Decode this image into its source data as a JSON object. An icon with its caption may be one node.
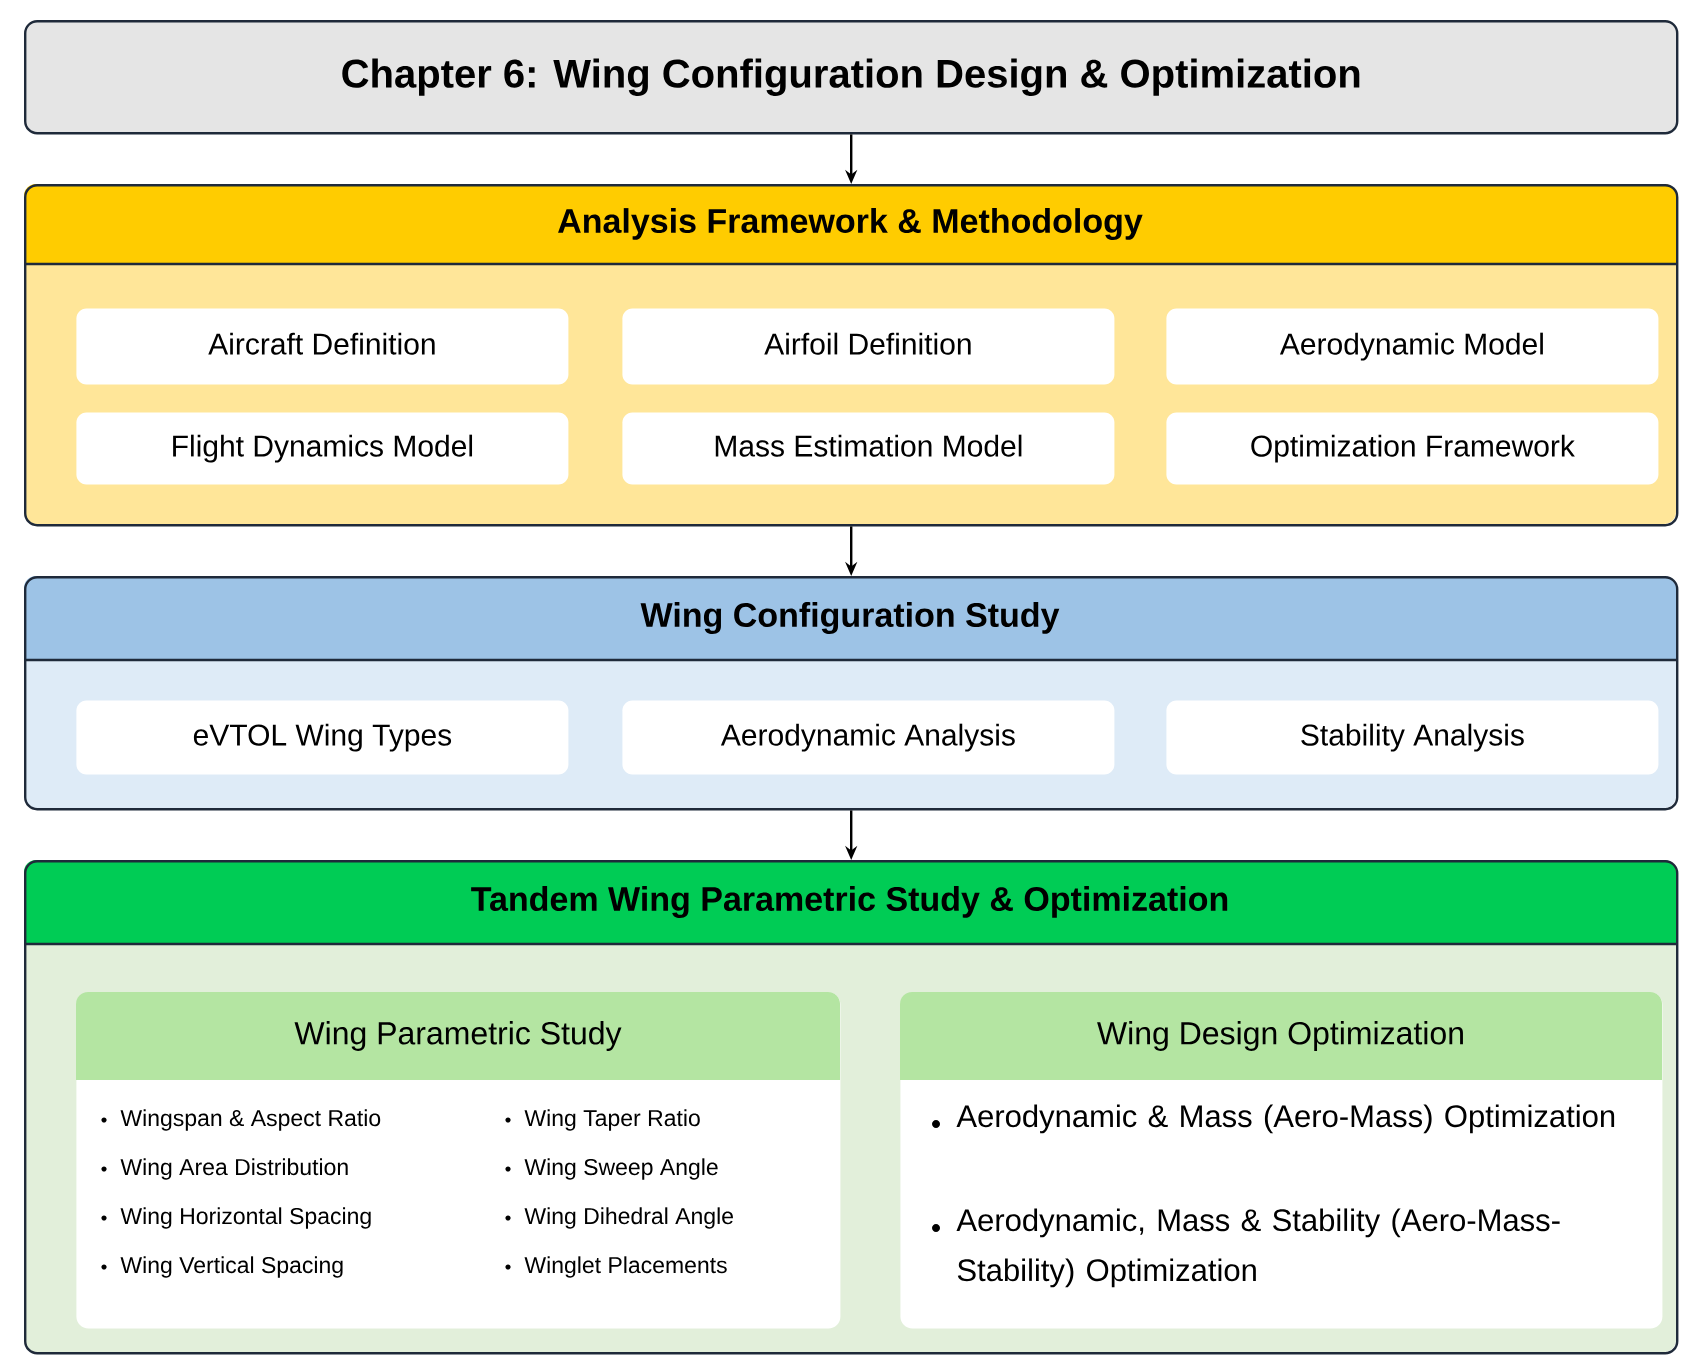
{
  "diagram": {
    "nodes": [
      {
        "text": [
          "Chapter 6: Wing Configuration Design & Optimization"
        ]
      },
      {
        "text": [
          "Analysis Framework & Methodology"
        ]
      },
      {
        "text": [
          "Aircraft Definition"
        ],
        "in": 1
      },
      {
        "text": [
          "Airfoil Definition"
        ],
        "in": 1
      },
      {
        "text": [
          "Aerodynamic Model"
        ],
        "in": 1
      },
      {
        "text": [
          "Flight Dynamics Model"
        ],
        "in": 1
      },
      {
        "text": [
          "Mass Estimation Model"
        ],
        "in": 1
      },
      {
        "text": [
          "Optimization Framework"
        ],
        "in": 1
      },
      {
        "text": [
          "Wing Configuration Study"
        ]
      },
      {
        "text": [
          "eVTOL Wing Types"
        ],
        "in": 8
      },
      {
        "text": [
          "Aerodynamic Analysis"
        ],
        "in": 8
      },
      {
        "text": [
          "Stability Analysis"
        ],
        "in": 8
      },
      {
        "text": [
          "Tandem Wing Parametric Study & Optimization"
        ]
      },
      {
        "text": [
          "Wing Parametric Study",
          "Wingspan & Aspect Ratio",
          "Wing Taper Ratio",
          "Wing Area Distribution",
          "Wing Sweep Angle",
          "Wing Horizontal Spacing",
          "Wing Dihedral Angle",
          "Wing Vertical Spacing",
          "Winglet Placements"
        ],
        "in": 12
      },
      {
        "text": [
          "Wing Design Optimization",
          "Aerodynamic & Mass (Aero-Mass) Optimization",
          "Aerodynamic, Mass & Stability (Aero-Mass-Stability) Optimization"
        ],
        "in": 12
      }
    ],
    "edges": [
      {
        "from": 0,
        "to": 1,
        "arrow": "to"
      },
      {
        "from": 1,
        "to": 8,
        "arrow": "to"
      },
      {
        "from": 8,
        "to": 12,
        "arrow": "to"
      }
    ]
  }
}
